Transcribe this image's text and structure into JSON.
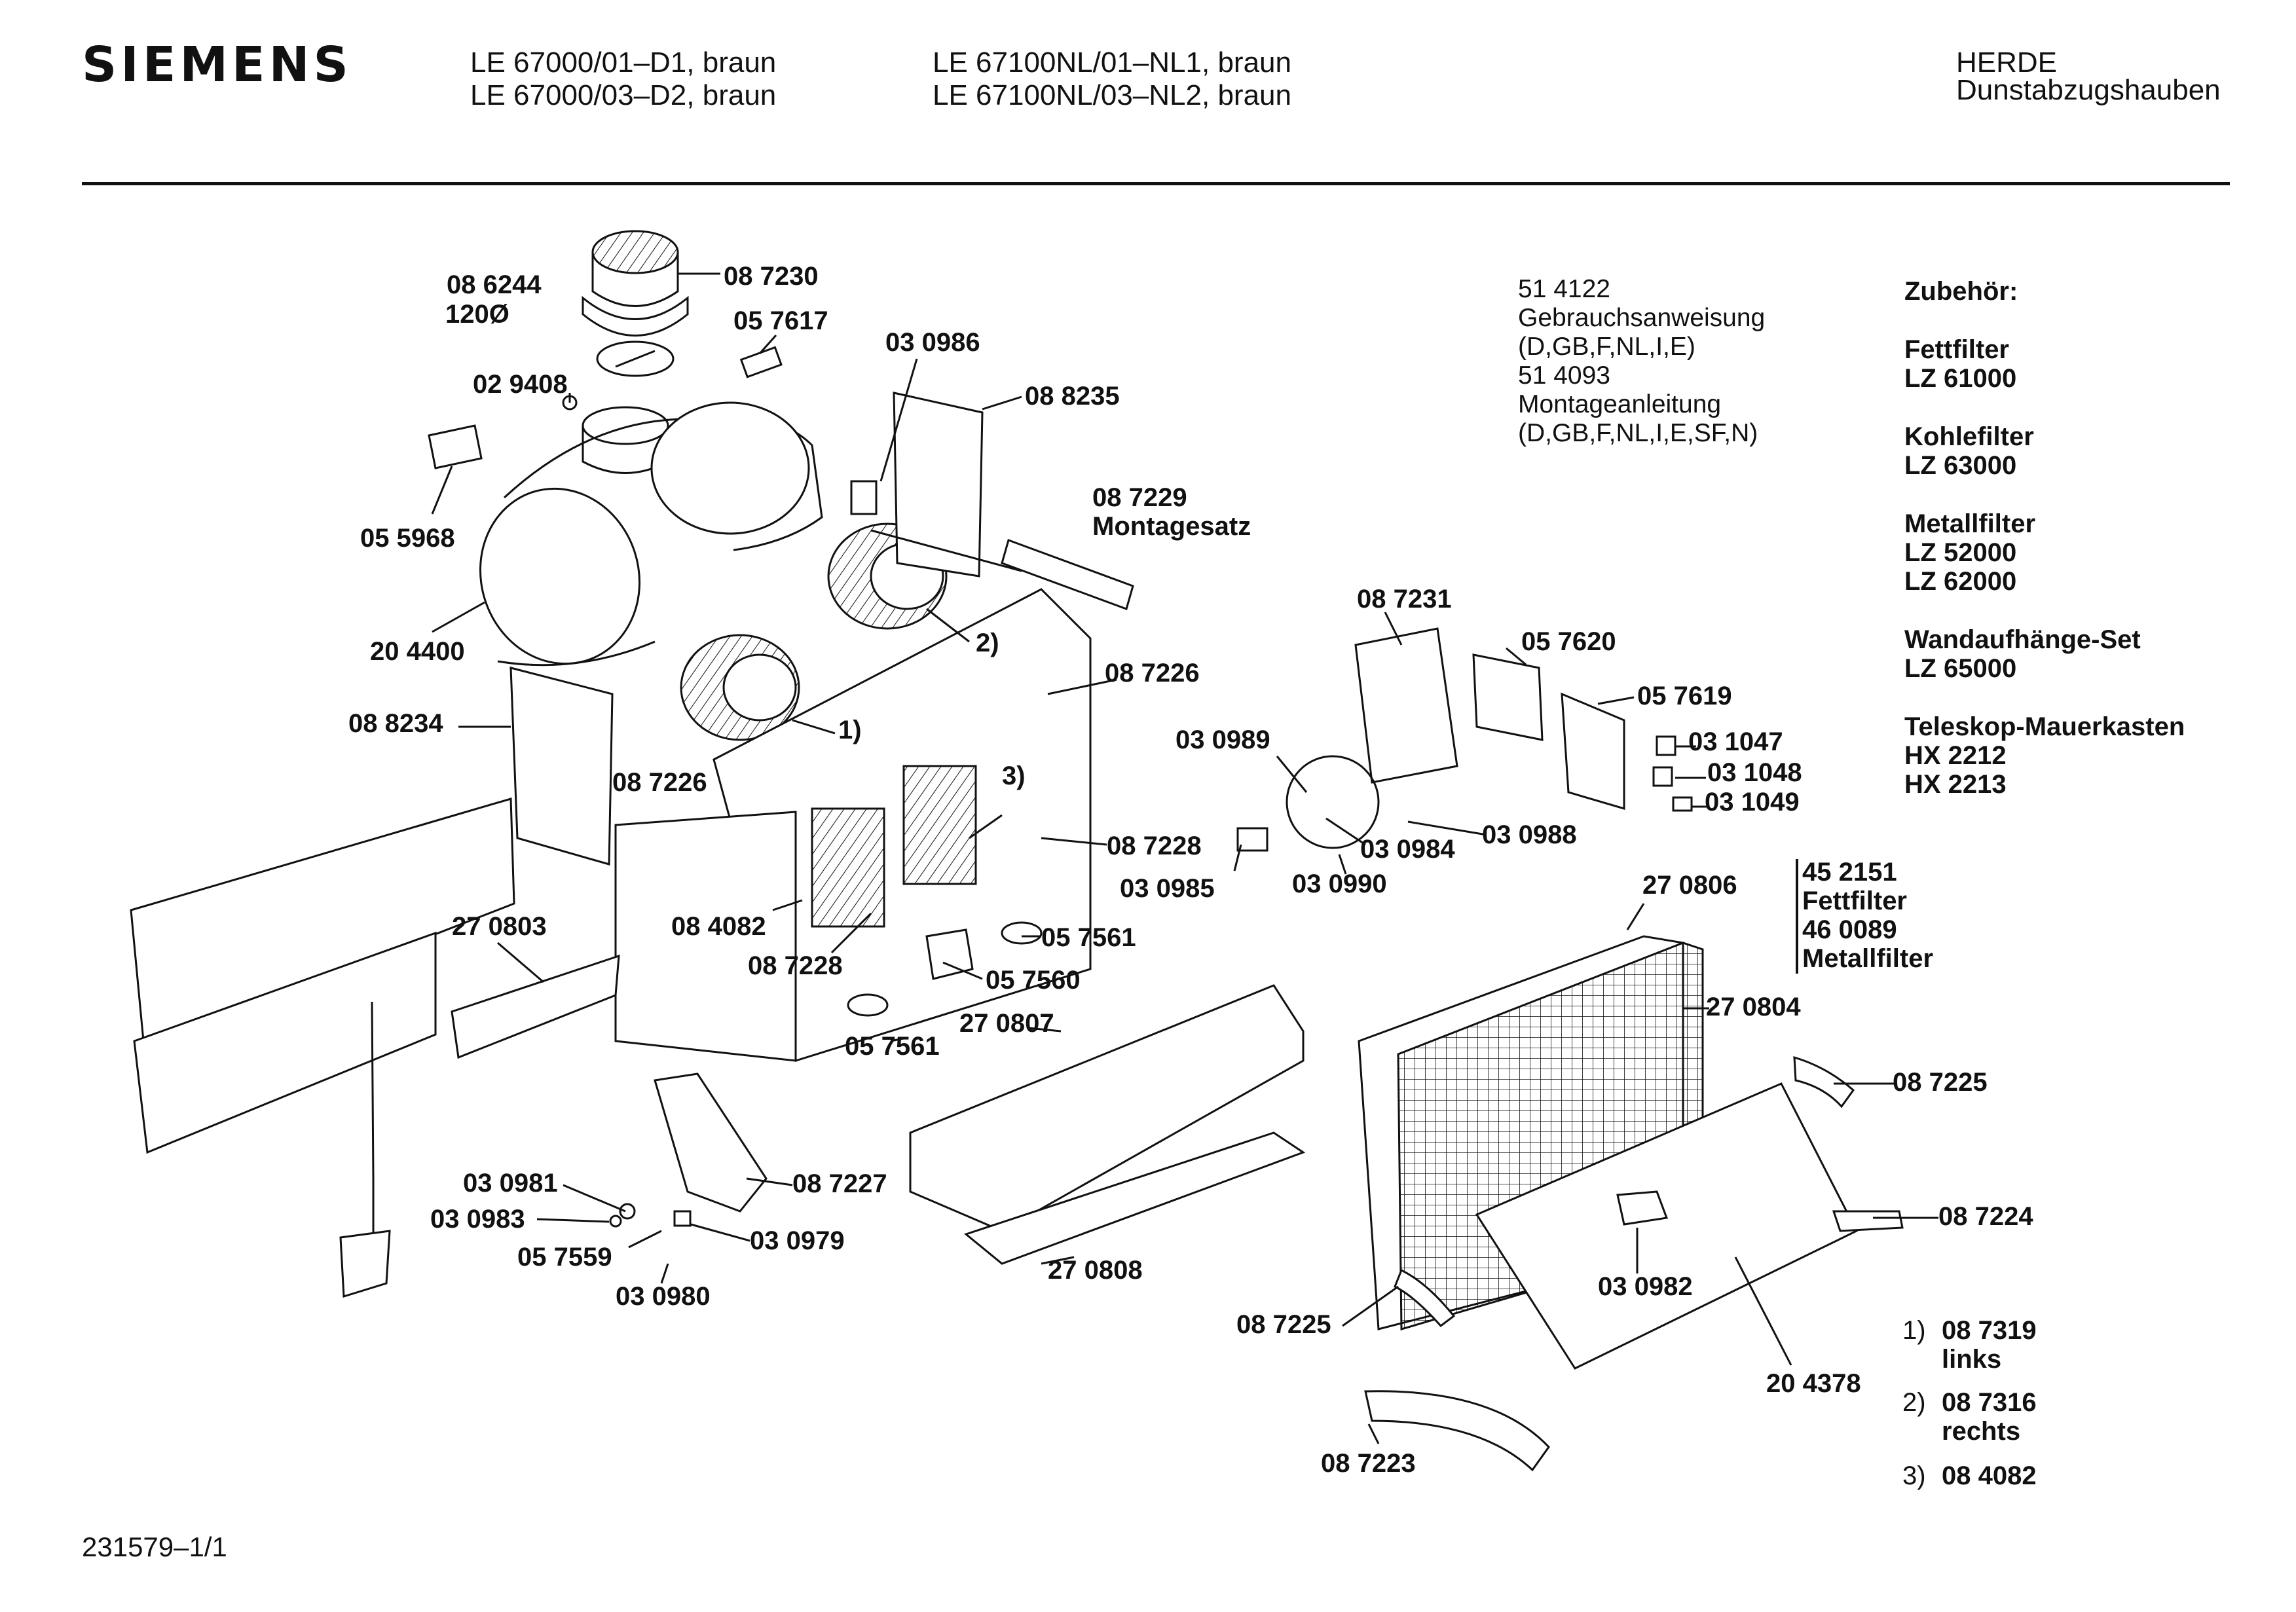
{
  "header": {
    "brand": "SIEMENS",
    "models_col1": [
      "LE 67000/01–D1, braun",
      "LE 67000/03–D2, braun"
    ],
    "models_col2": [
      "LE 67100NL/01–NL1, braun",
      "LE 67100NL/03–NL2, braun"
    ],
    "category": [
      "HERDE",
      "Dunstabzugshauben"
    ]
  },
  "info_block": [
    "51 4122",
    "Gebrauchsanweisung",
    "(D,GB,F,NL,I,E)",
    "51 4093",
    "Montageanleitung",
    "(D,GB,F,NL,I,E,SF,N)"
  ],
  "accessories": {
    "title": "Zubehör:",
    "groups": [
      {
        "name": "Fettfilter",
        "codes": [
          "LZ 61000"
        ]
      },
      {
        "name": "Kohlefilter",
        "codes": [
          "LZ 63000"
        ]
      },
      {
        "name": "Metallfilter",
        "codes": [
          "LZ 52000",
          "LZ 62000"
        ]
      },
      {
        "name": "Wandaufhänge-Set",
        "codes": [
          "LZ 65000"
        ]
      },
      {
        "name": "Teleskop-Mauerkasten",
        "codes": [
          "HX 2212",
          "HX 2213"
        ]
      }
    ]
  },
  "filter_labels": [
    "45 2151",
    "Fettfilter",
    "46 0089",
    "Metallfilter"
  ],
  "footnotes": [
    {
      "key": "1)",
      "lines": [
        "08 7319",
        "links"
      ]
    },
    {
      "key": "2)",
      "lines": [
        "08 7316",
        "rechts"
      ]
    },
    {
      "key": "3)",
      "lines": [
        "08 4082"
      ]
    }
  ],
  "callouts": [
    "08 6244",
    "120Ø",
    "08 7230",
    "05 7617",
    "03 0986",
    "02 9408",
    "08 8235",
    "05 5968",
    "08 7229",
    "Montagesatz",
    "20 4400",
    "2)",
    "08 7226",
    "08 8234",
    "1)",
    "08 7231",
    "05 7620",
    "05 7619",
    "03 1047",
    "03 1048",
    "03 1049",
    "03 0989",
    "3)",
    "08 7226",
    "08 7228",
    "03 0984",
    "03 0988",
    "03 0985",
    "03 0990",
    "27 0803",
    "08 4082",
    "05 7561",
    "08 7228",
    "05 7560",
    "27 0806",
    "27 0804",
    "05 7561",
    "27 0807",
    "08 7225",
    "08 7227",
    "03 0981",
    "03 0983",
    "03 0979",
    "05 7559",
    "03 0980",
    "27 0808",
    "08 7224",
    "03 0982",
    "08 7225",
    "20 4378",
    "08 7223"
  ],
  "document_id": "231579–1/1"
}
